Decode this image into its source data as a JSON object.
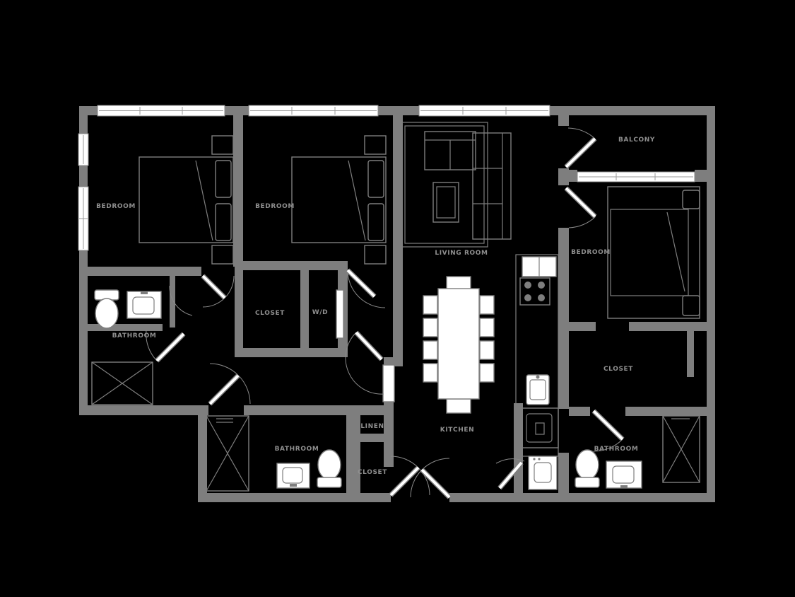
{
  "document": {
    "type": "apartment-floor-plan",
    "background_color": "#000000",
    "wall_color": "#7e7e7e",
    "fixture_fill_color": "#ffffff",
    "label_color": "#8f8f8f"
  },
  "rooms": [
    {
      "id": "bedroom-1",
      "label": "BEDROOM"
    },
    {
      "id": "bedroom-2",
      "label": "BEDROOM"
    },
    {
      "id": "living-room",
      "label": "LIVING ROOM"
    },
    {
      "id": "bedroom-3",
      "label": "BEDROOM"
    },
    {
      "id": "balcony",
      "label": "BALCONY"
    },
    {
      "id": "kitchen-dining",
      "label": "KITCHEN"
    },
    {
      "id": "bathroom-1",
      "label": "BATHROOM"
    },
    {
      "id": "bathroom-2",
      "label": "BATHROOM"
    },
    {
      "id": "bathroom-3",
      "label": "BATHROOM"
    },
    {
      "id": "walk-in-closet",
      "label": "CLOSET"
    },
    {
      "id": "closet-1",
      "label": "CLOSET"
    },
    {
      "id": "laundry-closet",
      "label": "W/D"
    },
    {
      "id": "linen-closet",
      "label": "LINEN"
    },
    {
      "id": "hall-closet",
      "label": "CLOSET"
    }
  ],
  "fixtures": [
    {
      "name": "double-bed",
      "room": "bedroom-1"
    },
    {
      "name": "double-bed",
      "room": "bedroom-2"
    },
    {
      "name": "double-bed",
      "room": "bedroom-3"
    },
    {
      "name": "nightstand",
      "room": "bedroom-1"
    },
    {
      "name": "nightstand",
      "room": "bedroom-2"
    },
    {
      "name": "sectional-sofa",
      "room": "living-room"
    },
    {
      "name": "coffee-table",
      "room": "living-room"
    },
    {
      "name": "area-rug",
      "room": "living-room"
    },
    {
      "name": "dining-table-10-chairs",
      "room": "kitchen-dining"
    },
    {
      "name": "refrigerator",
      "room": "kitchen-dining"
    },
    {
      "name": "cooktop",
      "room": "kitchen-dining"
    },
    {
      "name": "kitchen-sink",
      "room": "kitchen-dining"
    },
    {
      "name": "base-cabinet",
      "room": "kitchen-dining"
    },
    {
      "name": "washer-dryer",
      "room": "laundry-closet"
    },
    {
      "name": "toilet",
      "room": "bathroom-1"
    },
    {
      "name": "toilet",
      "room": "bathroom-2"
    },
    {
      "name": "toilet",
      "room": "bathroom-3"
    },
    {
      "name": "vanity-sink",
      "room": "bathroom-1"
    },
    {
      "name": "vanity-sink",
      "room": "bathroom-2"
    },
    {
      "name": "vanity-sink",
      "room": "bathroom-3"
    },
    {
      "name": "shower",
      "room": "bathroom-1"
    },
    {
      "name": "shower",
      "room": "bathroom-2"
    },
    {
      "name": "shower",
      "room": "bathroom-3"
    },
    {
      "name": "entry-double-door",
      "room": "foyer"
    },
    {
      "name": "window-band",
      "count": 6
    }
  ]
}
